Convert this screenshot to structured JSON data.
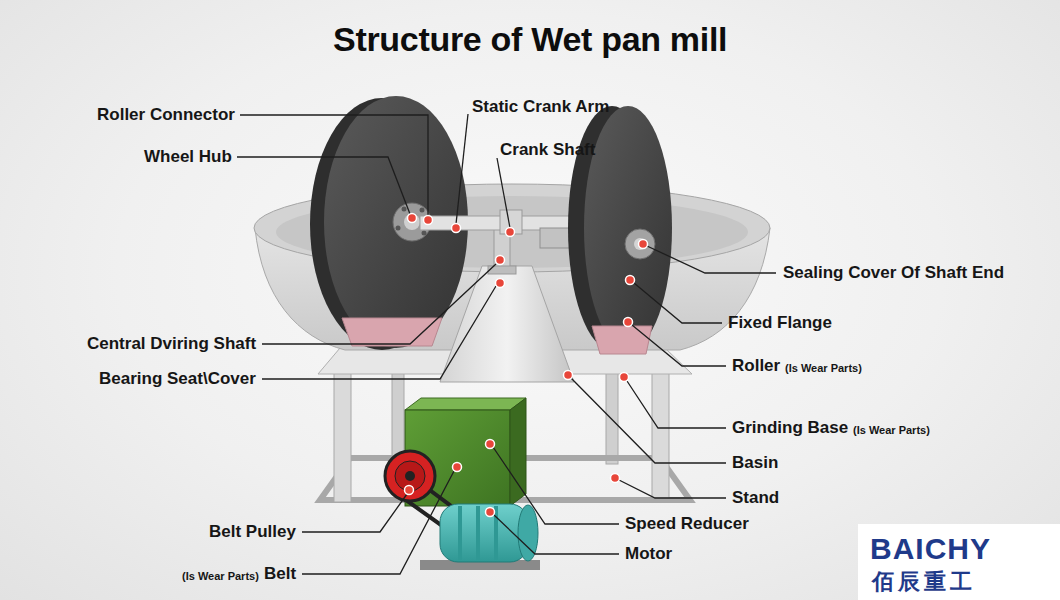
{
  "diagram": {
    "title": "Structure of Wet pan mill",
    "labels": [
      "Roller Connector",
      "Static Crank Arm",
      "Crank Shaft",
      "Wheel Hub",
      "Sealing Cover Of Shaft End",
      "Fixed Flange",
      "Central Dviring Shaft",
      "Roller",
      "(Is Wear Parts)",
      "Bearing Seat\\Cover",
      "Grinding Base",
      "(Is Wear Parts)",
      "Basin",
      "Stand",
      "Speed Reducer",
      "Belt Pulley",
      "Motor",
      "(Is Wear Parts)",
      "Belt",
      "BAICHY",
      "佰辰重工"
    ]
  }
}
